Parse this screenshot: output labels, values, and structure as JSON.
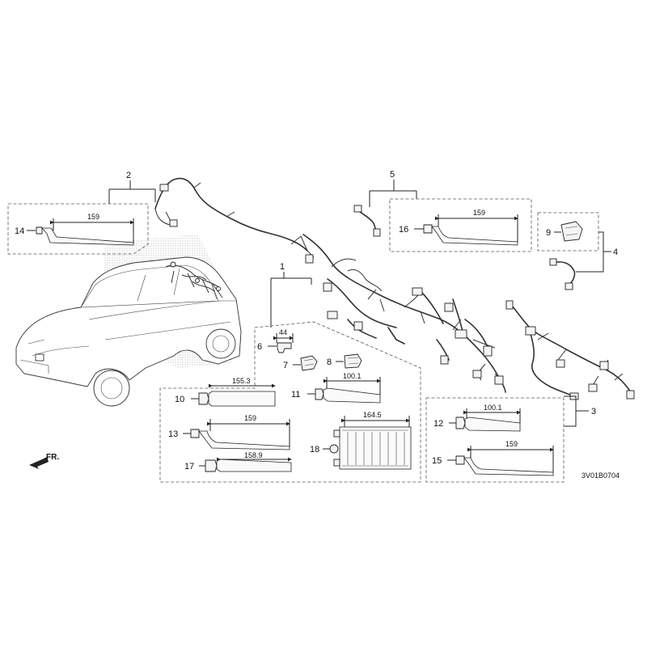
{
  "diagram_code": "3V01B0704",
  "direction_label": "FR.",
  "callouts": {
    "c1": "1",
    "c2": "2",
    "c3": "3",
    "c4": "4",
    "c5": "5",
    "c6": "6",
    "c7": "7",
    "c8": "8",
    "c9": "9",
    "c10": "10",
    "c11": "11",
    "c12": "12",
    "c13": "13",
    "c14": "14",
    "c15": "15",
    "c16": "16",
    "c17": "17",
    "c18": "18"
  },
  "dimensions": {
    "d14": "159",
    "d16": "159",
    "d6": "44",
    "d10": "155.3",
    "d11": "100.1",
    "d13": "159",
    "d17": "158.9",
    "d18": "164.5",
    "d12": "100.1",
    "d15": "159"
  }
}
